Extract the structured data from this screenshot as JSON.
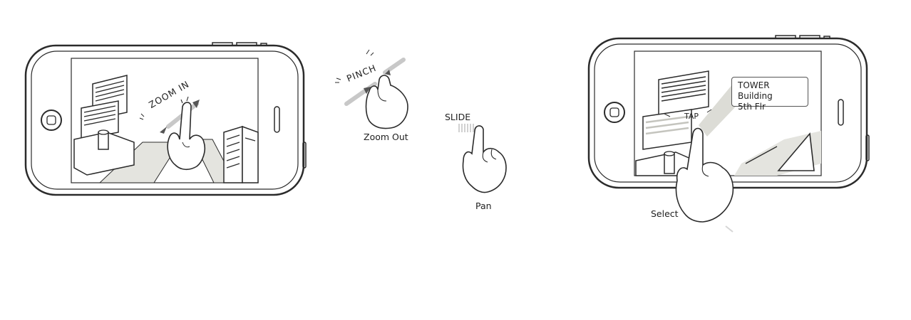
{
  "labels": {
    "zoom_in": "ZOOM IN",
    "pinch": "PINCH",
    "zoom_out": "Zoom Out",
    "slide": "SLIDE",
    "pan": "Pan",
    "tap": "TAP",
    "select": "Select"
  },
  "callout": {
    "line1": "TOWER Building",
    "line2": "5th Flr"
  },
  "colors": {
    "outline": "#2b2b2b",
    "motion_gray": "#c8c8c8",
    "highlight": "#dcdcd6"
  }
}
